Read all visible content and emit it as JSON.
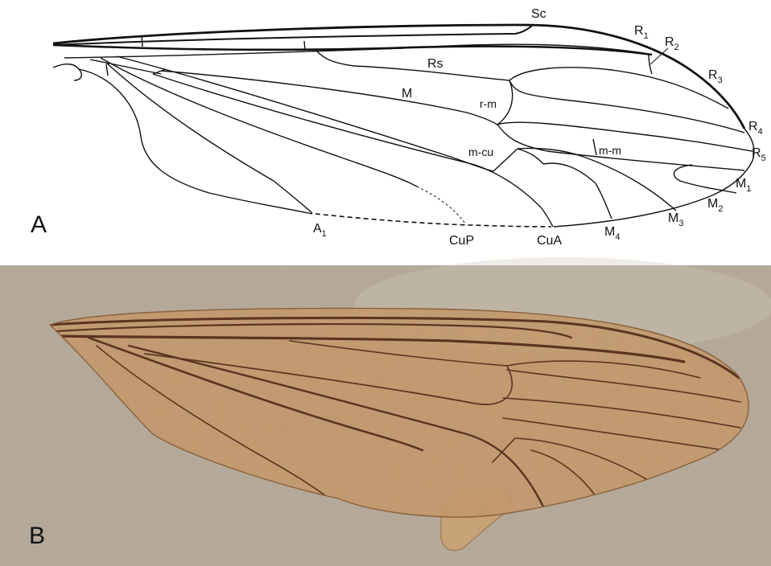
{
  "panel_a": {
    "letter": "A",
    "vein_labels": {
      "sc": {
        "main": "Sc",
        "sub": ""
      },
      "r1": {
        "main": "R",
        "sub": "1"
      },
      "r2": {
        "main": "R",
        "sub": "2"
      },
      "r3": {
        "main": "R",
        "sub": "3"
      },
      "r4": {
        "main": "R",
        "sub": "4"
      },
      "r5": {
        "main": "R",
        "sub": "5"
      },
      "rs": {
        "main": "Rs",
        "sub": ""
      },
      "m": {
        "main": "M",
        "sub": ""
      },
      "rm": {
        "main": "r-m",
        "sub": ""
      },
      "mcu": {
        "main": "m-cu",
        "sub": ""
      },
      "mm": {
        "main": "m-m",
        "sub": ""
      },
      "m1": {
        "main": "M",
        "sub": "1"
      },
      "m2": {
        "main": "M",
        "sub": "2"
      },
      "m3": {
        "main": "M",
        "sub": "3"
      },
      "m4": {
        "main": "M",
        "sub": "4"
      },
      "a1": {
        "main": "A",
        "sub": "1"
      },
      "cup": {
        "main": "CuP",
        "sub": ""
      },
      "cua": {
        "main": "CuA",
        "sub": ""
      }
    }
  },
  "panel_b": {
    "letter": "B",
    "colors": {
      "stone_base": "#b7aa98",
      "stone_light": "#d2c8b9",
      "wing_membrane": "#c79a6b",
      "vein_dark": "#5a3420"
    }
  }
}
